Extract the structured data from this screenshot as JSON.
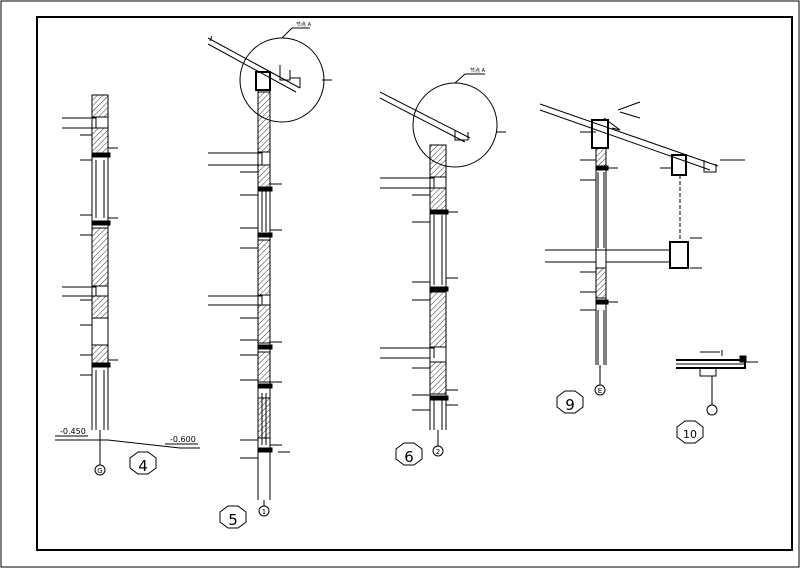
{
  "levels": {
    "ground": "-0.450",
    "outdoor": "-0.600"
  },
  "details": {
    "d4": "4",
    "d5": "5",
    "d6": "6",
    "d9": "9",
    "d10": "10"
  },
  "axes": {
    "a_g": "G",
    "a_1": "1",
    "a_2": "2",
    "a_e": "E"
  },
  "callouts": {
    "c5": "节点 A",
    "c6": "节点 A"
  }
}
